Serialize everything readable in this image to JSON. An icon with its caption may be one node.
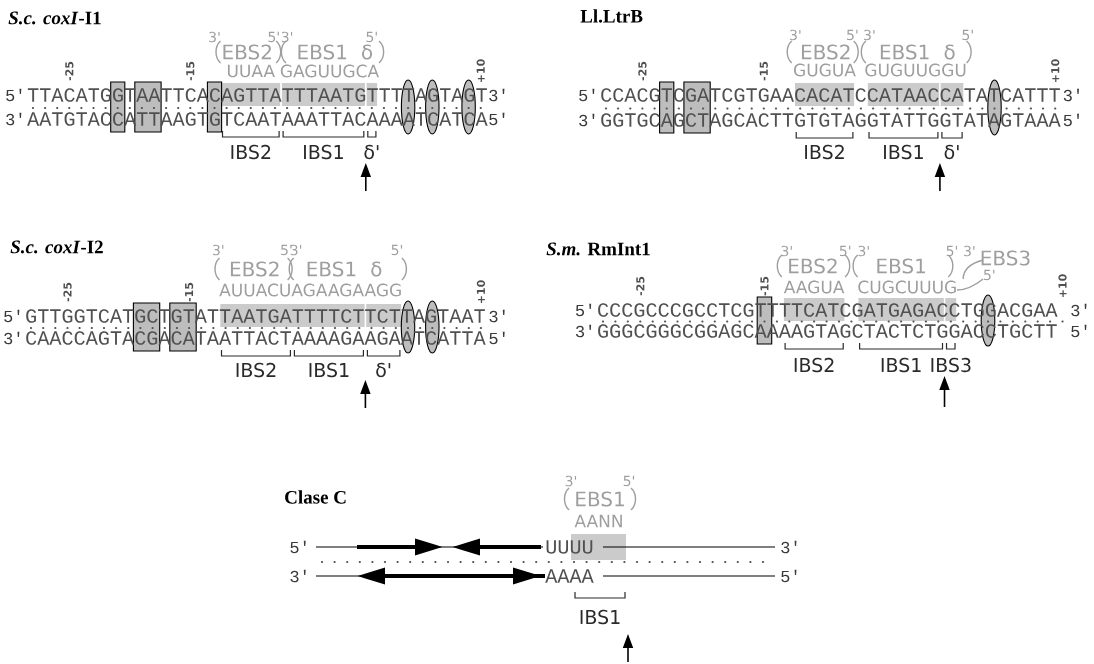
{
  "diagram": {
    "labels": [
      "*S.c. coxI*-I1",
      "3'",
      "EBS2",
      "5'",
      "3'",
      "EBS1",
      "δ",
      "5'",
      "UUAA",
      "GAGUUGCA",
      "-25",
      "-15",
      "+10",
      "5'",
      "TTACATGGTAATTCACAGTTATTTAATGTTTTAGTAGT",
      "3'",
      "3'",
      "AATGTACCATTAAGTGTCAATAAATTACAAAATCATCA",
      "5'",
      "IBS2",
      "IBS1",
      "δ'",
      "Ll.LtrB",
      "3'",
      "EBS2",
      "5'",
      "3'",
      "EBS1",
      "δ",
      "5'",
      "GUGUA",
      "GUGUUGGU",
      "-25",
      "-15",
      "+10",
      "5'",
      "CCACGTCGATCGTGAACACATCCATAACCATATCATTT",
      "3'",
      "3'",
      "GGTGCAGCTAGCACTTGTGTAGGTATTGGTATAGTAAA",
      "5'",
      "IBS2",
      "IBS1",
      "δ'",
      "*S.c. coxI*-I2",
      "3'",
      "EBS2",
      "5'",
      "3'",
      "EBS1",
      "δ",
      "5'",
      "AUUACUAGAAGAAGG",
      "-25",
      "-15",
      "+10",
      "5'",
      "GTTGGTCATGCTGTATTAATGATTTTCTTCTTAGTAAT",
      "3'",
      "3'",
      "CAACCAGTACGACATAATTACTAAAAGAAGAATCATTA",
      "5'",
      "IBS2",
      "IBS1",
      "δ'",
      "*S.m.* RmInt1",
      "3'",
      "EBS2",
      "5'",
      "3'",
      "EBS1",
      "5'",
      "3'",
      "EBS3",
      "5'",
      "AAGUA",
      "CUGCUUUG",
      "-25",
      "-15",
      "+10",
      "5'",
      "CCCGCCCGCCTCGTTTTCATCGATGAGACCTGGACGAA",
      "3'",
      "3'",
      "GGGCGGGCGGAGCAAAAGTAGCTACTCTGGACCTGCTT",
      "5'",
      "IBS2",
      "IBS1",
      "IBS3",
      "Clase C",
      "3'",
      "EBS1",
      "5'",
      "AANN",
      "5'",
      "UUUU",
      "3'",
      "3'",
      "AAAA",
      "5'",
      "IBS1"
    ]
  }
}
